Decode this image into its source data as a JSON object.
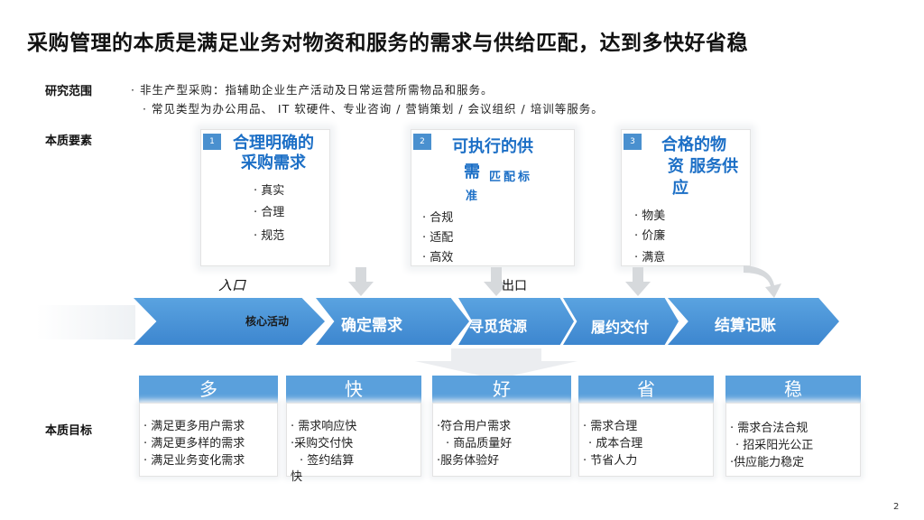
{
  "title": "采购管理的本质是满足业务对物资和服务的需求与供给匹配，达到多快好省稳",
  "scope": {
    "label": "研究范围",
    "line1": "· 非生产型采购：指辅助企业生产活动及日常运营所需物品和服务。",
    "line2": "· 常见类型为办公用品、 IT 软硬件、专业咨询 / 营销策划 / 会议组织 / 培训等服务。"
  },
  "elements": {
    "label": "本质要素",
    "cards": [
      {
        "num": "1",
        "title_l1": "合理明确的",
        "title_l2": "采购需求",
        "items": [
          "· 真实",
          "· 合理",
          "· 规范"
        ]
      },
      {
        "num": "2",
        "title_l1": "可执行的供",
        "title_l2": "需",
        "title_small": "匹配标",
        "title_l3": "准",
        "items": [
          "· 合规",
          "· 适配",
          "· 高效"
        ]
      },
      {
        "num": "3",
        "title_l1": "合格的物",
        "title_l2": "资 服务供",
        "title_l3": "应",
        "items": [
          "· 物美",
          "· 价廉",
          "· 满意"
        ]
      }
    ],
    "entry_label": "入口",
    "exit_label": "出口"
  },
  "flow": {
    "core_label": "核心活动",
    "steps": [
      "确定需求",
      "寻觅货源",
      "履约交付",
      "结算记账"
    ]
  },
  "goals": {
    "label": "本质目标",
    "columns": [
      {
        "head": "多",
        "items": [
          "· 满足更多用户需求",
          "· 满足更多样的需求",
          "· 满足业务变化需求"
        ]
      },
      {
        "head": "快",
        "items": [
          "· 需求响应快",
          "·采购交付快",
          "· 签约结算",
          "快"
        ]
      },
      {
        "head": "好",
        "items": [
          "·符合用户需求",
          "· 商品质量好",
          "·服务体验好"
        ]
      },
      {
        "head": "省",
        "items": [
          "· 需求合理",
          "· 成本合理",
          "· 节省人力"
        ]
      },
      {
        "head": "稳",
        "items": [
          "· 需求合法合规",
          "· 招采阳光公正",
          "·供应能力稳定"
        ]
      }
    ]
  },
  "page_number": "2",
  "colors": {
    "accent": "#1c6fc6",
    "chevron": "#4a90cf",
    "goal_head": "#5aa0dc"
  }
}
